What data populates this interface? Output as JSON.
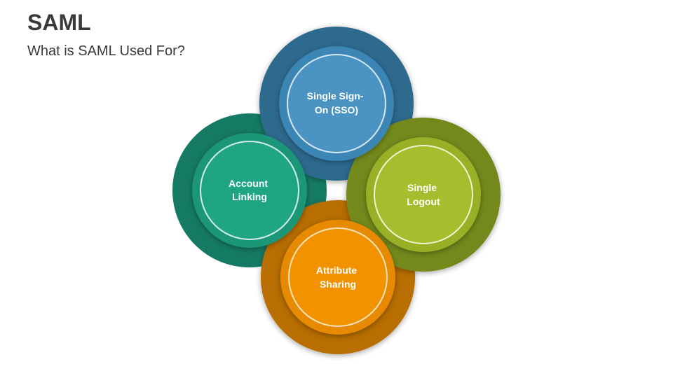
{
  "header": {
    "title": "SAML",
    "subtitle": "What is SAML Used For?"
  },
  "diagram": {
    "nodes": [
      {
        "id": "sso",
        "lines": [
          "Single Sign-",
          "On (SSO)"
        ],
        "outer_color": "#2e6b8e",
        "ring_color": "#3a86b4",
        "inner_color": "#4a93c2"
      },
      {
        "id": "logout",
        "lines": [
          "Single",
          "Logout"
        ],
        "outer_color": "#73891e",
        "ring_color": "#98b026",
        "inner_color": "#a6bd2e"
      },
      {
        "id": "attribute",
        "lines": [
          "Attribute",
          "Sharing"
        ],
        "outer_color": "#b86e06",
        "ring_color": "#e88a00",
        "inner_color": "#f39200"
      },
      {
        "id": "account",
        "lines": [
          "Account",
          "Linking"
        ],
        "outer_color": "#157a63",
        "ring_color": "#1a9678",
        "inner_color": "#1fa584"
      }
    ]
  }
}
